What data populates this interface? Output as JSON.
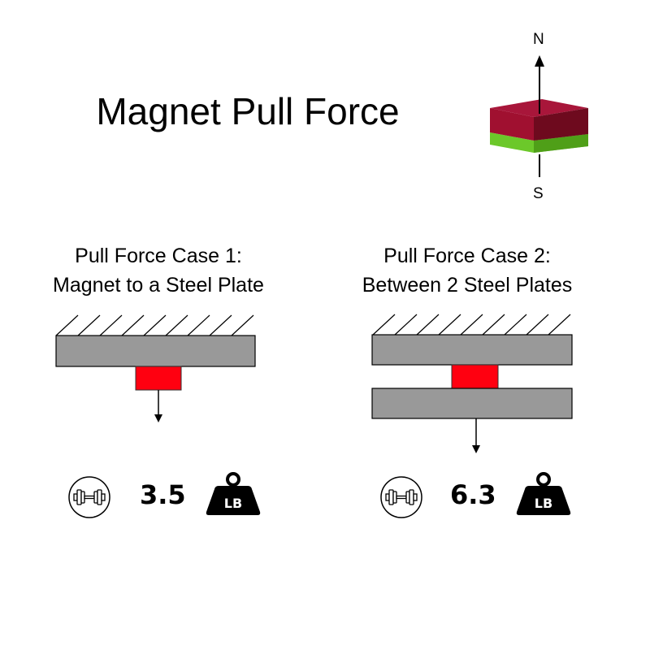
{
  "title": "Magnet Pull Force",
  "magnet_icon": {
    "north_label": "N",
    "south_label": "S",
    "north_color": "#a01030",
    "south_color": "#6cc82a"
  },
  "cases": [
    {
      "line1": "Pull Force Case 1:",
      "line2": "Magnet to a Steel Plate",
      "value": "3.5",
      "unit": "LB",
      "plates": 1
    },
    {
      "line1": "Pull Force Case 2:",
      "line2": "Between 2 Steel Plates",
      "value": "6.3",
      "unit": "LB",
      "plates": 2
    }
  ],
  "colors": {
    "plate": "#999999",
    "magnet": "#ff0010",
    "ink": "#000000"
  }
}
